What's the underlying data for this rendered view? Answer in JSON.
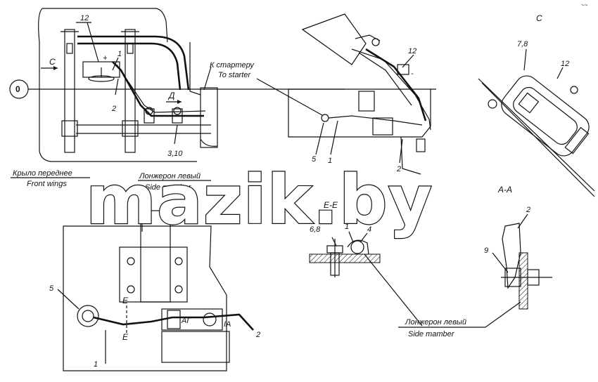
{
  "watermark": "mazik.by",
  "corner_mark": "~~",
  "labels": {
    "to_starter_ru": "К стартеру",
    "to_starter_en": "To starter",
    "front_wings_ru": "Крыло переднее",
    "front_wings_en": "Front wings",
    "side_member_ru": "Лонжерон левый",
    "side_member_en": "Side member",
    "side_member2_ru": "Лонжерон левый",
    "side_member2_en": "Side mamber"
  },
  "sections": {
    "view_c_arrow": "C",
    "view_d_arrow": "Д",
    "view_c_title": "С",
    "view_d_title": "Д",
    "section_ee": "Е-Е",
    "section_aa": "А-А",
    "ee_top": "Е",
    "ee_bottom": "Е",
    "at": "АГ",
    "ia": "IA"
  },
  "circle_zero": "0",
  "numbers": {
    "n12_top": "12",
    "n1_top": "1",
    "n2_top": "2",
    "n3_10": "3,10",
    "plus": "+",
    "n12_right": "12",
    "minus": "-",
    "n5_mid": "5",
    "n1_mid": "1",
    "n2_mid": "2",
    "n7_8": "7,8",
    "n12_c": "12",
    "n5_d": "5",
    "n1_d": "1",
    "n2_d": "2",
    "n6_8": "6,8",
    "n1_ee": "1",
    "n4_ee": "4",
    "n2_aa": "2",
    "n9_aa": "9"
  }
}
